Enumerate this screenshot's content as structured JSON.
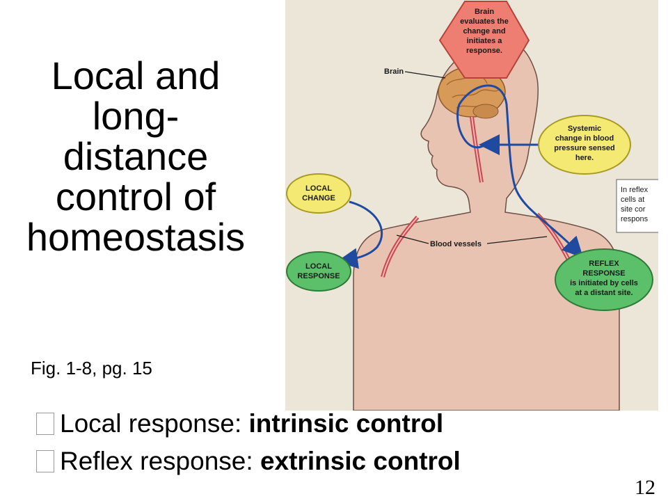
{
  "title": {
    "line1": "Local and",
    "line2": "long-",
    "line3": "distance",
    "line4": "control of",
    "line5": "homeostasis"
  },
  "figure_reference": "Fig. 1-8, pg. 15",
  "bullets": [
    {
      "prefix": "Local response: ",
      "bold": "intrinsic control"
    },
    {
      "prefix": "Reflex response: ",
      "bold": "extrinsic control"
    }
  ],
  "page_number": "12",
  "diagram": {
    "brain_label": "Brain",
    "brain_box": [
      "Brain",
      "evaluates the",
      "change and",
      "initiates a",
      "response."
    ],
    "systemic_box": [
      "Systemic",
      "change in blood",
      "pressure sensed",
      "here."
    ],
    "local_change": [
      "LOCAL",
      "CHANGE"
    ],
    "local_response": [
      "LOCAL",
      "RESPONSE"
    ],
    "reflex_response": [
      "REFLEX",
      "RESPONSE",
      "is initiated by cells",
      "at a distant site."
    ],
    "vessels_label": "Blood vessels",
    "side_note": [
      "In reflex",
      "cells at",
      "site cor",
      "respons"
    ]
  },
  "colors": {
    "skin": "#e8c3b1",
    "background_panel": "#ece6d9",
    "brain_box": "#ee7d72",
    "systemic_box": "#f4ea73",
    "local_response_box": "#5cbf6a",
    "arrow": "#1f4aa0"
  }
}
